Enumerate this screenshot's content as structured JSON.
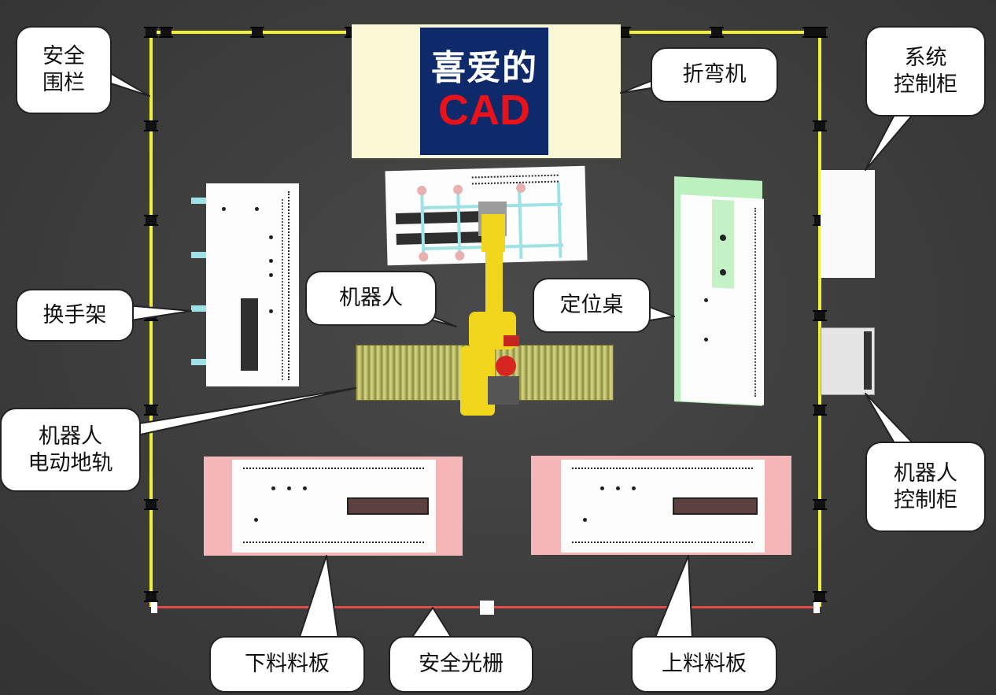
{
  "logo": {
    "line1": "喜爱的",
    "line2": "CAD"
  },
  "labels": {
    "safety_fence": [
      "安全",
      "围栏"
    ],
    "press_brake": "折弯机",
    "system_cabinet": [
      "系统",
      "控制柜"
    ],
    "tool_rack": "换手架",
    "robot": "机器人",
    "positioning_table": "定位桌",
    "robot_rail": [
      "机器人",
      "电动地轨"
    ],
    "robot_cabinet": [
      "机器人",
      "控制柜"
    ],
    "unload_pallet": "下料料板",
    "light_curtain": "安全光栅",
    "load_pallet": "上料料板"
  },
  "colors": {
    "fence": "#f2f03a",
    "light_curtain": "#e64a4a",
    "logo_bg": "#0e2a6b",
    "logo_cad": "#e8131a",
    "robot": "#f2d61e"
  }
}
